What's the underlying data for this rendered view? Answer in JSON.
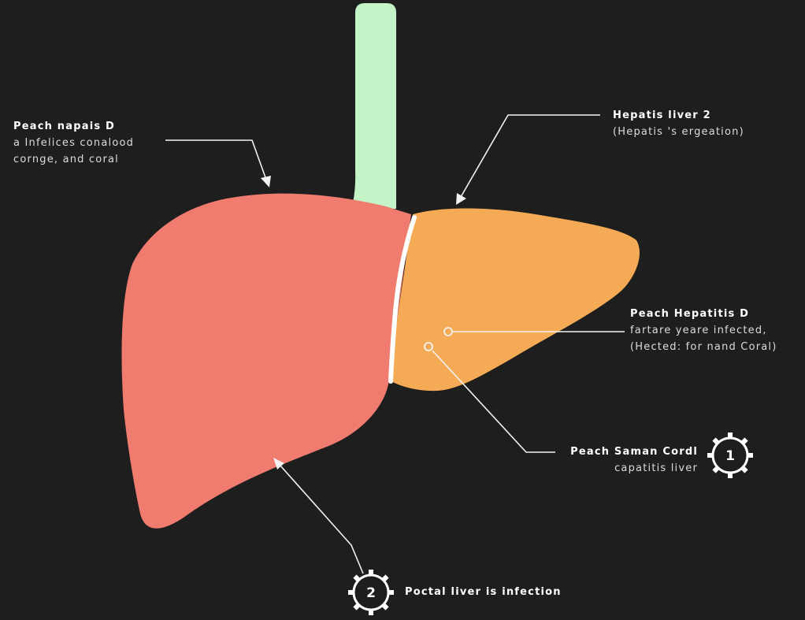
{
  "colors": {
    "background": "#1e1e1f",
    "left_lobe": "#f07b6f",
    "right_lobe": "#f5aa55",
    "vessel": "#c3f3c6",
    "divider": "#ffffff",
    "line": "#f2f2f2"
  },
  "labels": {
    "top_left": {
      "title": "Peach napais D",
      "line1": "a Infelices conalood",
      "line2": "cornge, and coral"
    },
    "top_right": {
      "title": "Hepatis liver 2",
      "line1": "(Hepatis 's ergeation)"
    },
    "mid_right": {
      "title": "Peach Hepatitis D",
      "line1": "fartare yeare infected,",
      "line2": "(Hected: for nand Coral)"
    },
    "callout_1": {
      "title": "Peach Saman Cordl",
      "line1": "capatitis liver",
      "badge": "1"
    },
    "callout_2": {
      "title": "Poctal liver is infection",
      "badge": "2"
    }
  }
}
